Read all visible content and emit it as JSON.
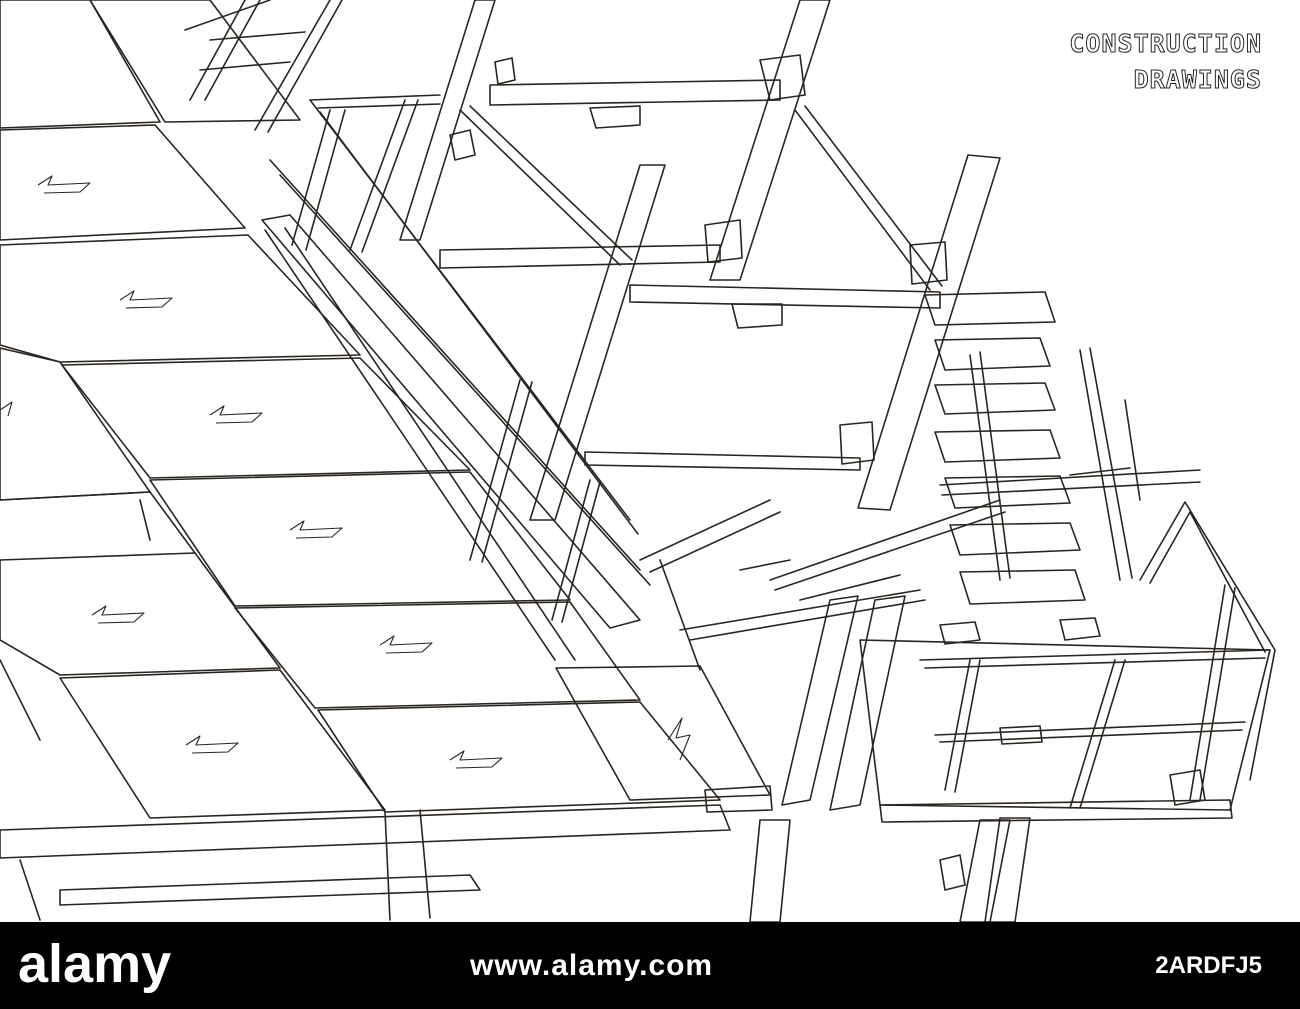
{
  "title": {
    "line1": "CONSTRUCTION",
    "line2": "DRAWINGS"
  },
  "footer": {
    "logo_text": "alamy",
    "url": "www.alamy.com",
    "image_id": "2ARDFJ5"
  },
  "colors": {
    "ink": "#2b2520",
    "paper": "#ffffff",
    "footer_bg": "#000000",
    "footer_text": "#ffffff"
  }
}
